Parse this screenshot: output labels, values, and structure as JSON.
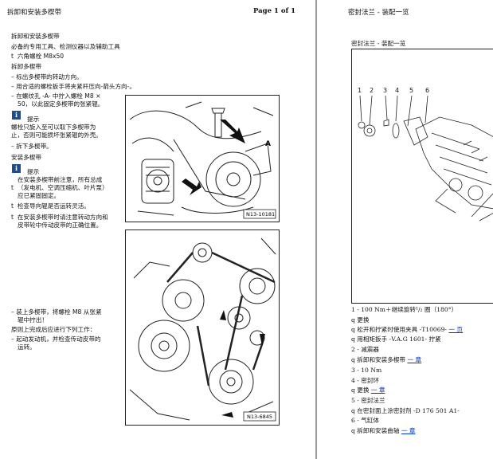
{
  "left": {
    "header_title": "拆卸和安装多楔带",
    "page_label": "Page 1 of 1",
    "section_title": "拆卸和安装多楔带",
    "tools_heading": "必备的专用工具、检测仪器以及辅助工具",
    "tool_item": "六角螺栓 M8x50",
    "remove_heading": "拆卸多楔带",
    "remove_step1": "– 标出多楔带的转动方向。",
    "remove_step2": "– 用合适的螺栓扳手将夹紧杆压向-箭头方向-。",
    "remove_step3a": "– 在螺纹孔 -A- 中拧入螺栓 M8 ×",
    "remove_step3b": "50，以此固定多楔带的张紧辊。",
    "tip1_label": "提示",
    "tip1_text1": "螺栓只旋入至可以取下多楔带为",
    "tip1_text2": "止，否则可能损坏张紧辊的外壳。",
    "remove_step4": "– 拆下多楔带。",
    "install_heading": "安装多楔带",
    "tip2_label": "提示",
    "tip2_text1": "在安装多楔带前注意，所有总成",
    "tip2_text2": "（发电机、空调压缩机、叶片泵）",
    "tip2_text3": "应已紧固固定。",
    "check1": "检查导向辊是否运转灵活。",
    "check2a": "在安装多楔带时请注意转动方向和",
    "check2b": "皮带轮中传动皮带的正确位置。",
    "install_step1a": "– 装上多楔带，将螺栓 M8 从张紧",
    "install_step1b": "辊中拧出！",
    "principle": "原则上完成后应进行下列工作：",
    "run_a": "– 起动发动机，并检查传动皮带的",
    "run_b": "运转。",
    "fig1_label": "N13-10181",
    "fig1_arrow_label": "A",
    "fig2_label": "N13-6845"
  },
  "right": {
    "header_title": "密封法兰 - 装配一览",
    "fig_caption": "密封法兰 - 装配一览",
    "callouts": [
      "1",
      "2",
      "3",
      "4",
      "5",
      "6"
    ],
    "items": [
      {
        "text": "1 - 100 Nm＋继续旋转¹/₂ 圈（180°）"
      },
      {
        "text": "q  更换"
      },
      {
        "text": "q  松开和拧紧时使用夹具 -T10069-",
        "link": "一 页"
      },
      {
        "text": "q  用相矩扳手 -V.A.G 1601- 拧紧"
      },
      {
        "text": "2 - 减震器"
      },
      {
        "text": "q  拆卸和安装多楔带",
        "link": "一 章"
      },
      {
        "text": "3 - 10 Nm"
      },
      {
        "text": "4 - 密封环"
      },
      {
        "text": "q  更换",
        "link": "一 章"
      },
      {
        "text": "5 - 密封法兰"
      },
      {
        "text": "q  在密封面上涂密封剂 -D 176 501 A1-"
      },
      {
        "text": "6 - 气缸体"
      },
      {
        "text": "q  拆卸和安装曲轴",
        "link": "一 章"
      }
    ]
  },
  "colors": {
    "tip_icon": "#1e4d8c",
    "link": "#0033cc",
    "divider": "#9a9a9a"
  }
}
